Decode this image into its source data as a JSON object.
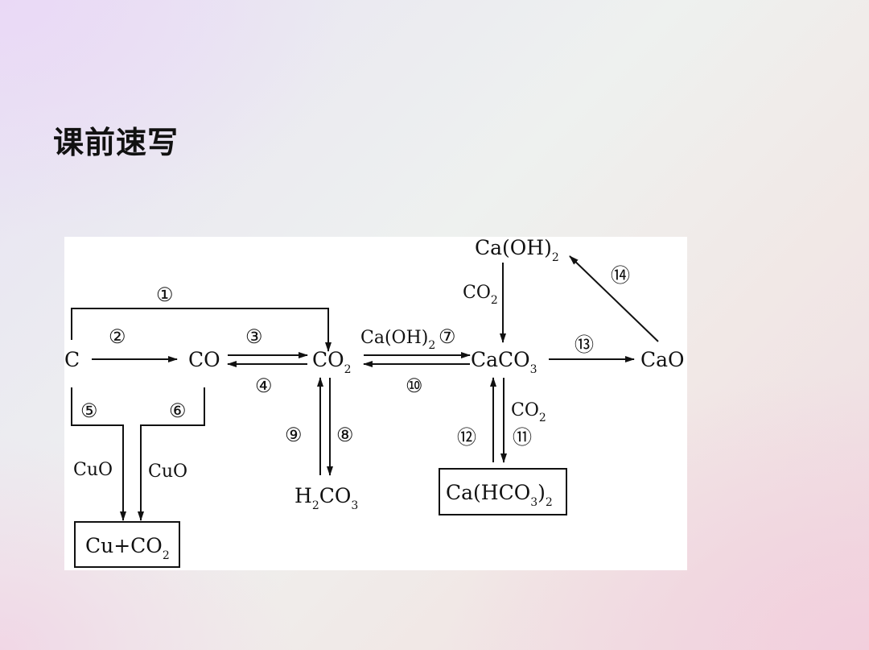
{
  "slide": {
    "title": "课前速写"
  },
  "diagram": {
    "nodes": {
      "c": "C",
      "co": "CO",
      "co2": {
        "base": "CO",
        "sub": "2"
      },
      "caco3": {
        "base": "CaCO",
        "sub": "3"
      },
      "cao": "CaO",
      "caoh2": {
        "base": "Ca(OH)",
        "sub": "2"
      },
      "h2co3": {
        "h": "H",
        "h_sub": "2",
        "mid": "CO",
        "mid_sub": "3"
      },
      "cahco3": {
        "open": "Ca(HCO",
        "sub1": "3",
        "close": ")",
        "sub2": "2"
      },
      "cu_co2": {
        "base": "Cu+CO",
        "sub": "2"
      }
    },
    "labels": {
      "cuo_left": "CuO",
      "cuo_right": "CuO",
      "co2_reagent_top": {
        "base": "CO",
        "sub": "2"
      },
      "co2_reagent_right": {
        "base": "CO",
        "sub": "2"
      },
      "caoh2_reagent": {
        "base": "Ca(OH)",
        "sub": "2"
      }
    },
    "steps": {
      "s1": "①",
      "s2": "②",
      "s3": "③",
      "s4": "④",
      "s5": "⑤",
      "s6": "⑥",
      "s7": "⑦",
      "s8": "⑧",
      "s9": "⑨",
      "s10": "⑩",
      "s11": "⑪",
      "s12": "⑫",
      "s13": "⑬",
      "s14": "⑭"
    }
  }
}
